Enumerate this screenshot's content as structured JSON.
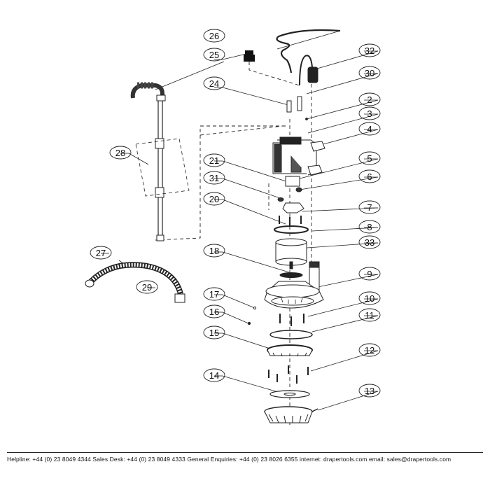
{
  "callouts": [
    "26",
    "25",
    "24",
    "28",
    "21",
    "31",
    "20",
    "27",
    "29",
    "18",
    "17",
    "16",
    "15",
    "14",
    "32",
    "30",
    "2",
    "3",
    "4",
    "5",
    "6",
    "7",
    "8",
    "33",
    "9",
    "10",
    "11",
    "12",
    "13"
  ],
  "footer": {
    "text": "Helpline: +44 (0) 23 8049 4344   Sales Desk: +44 (0) 23 8049 4333   General Enquiries: +44 (0) 23 8026 6355   internet: drapertools.com   email: sales@drapertools.com"
  }
}
